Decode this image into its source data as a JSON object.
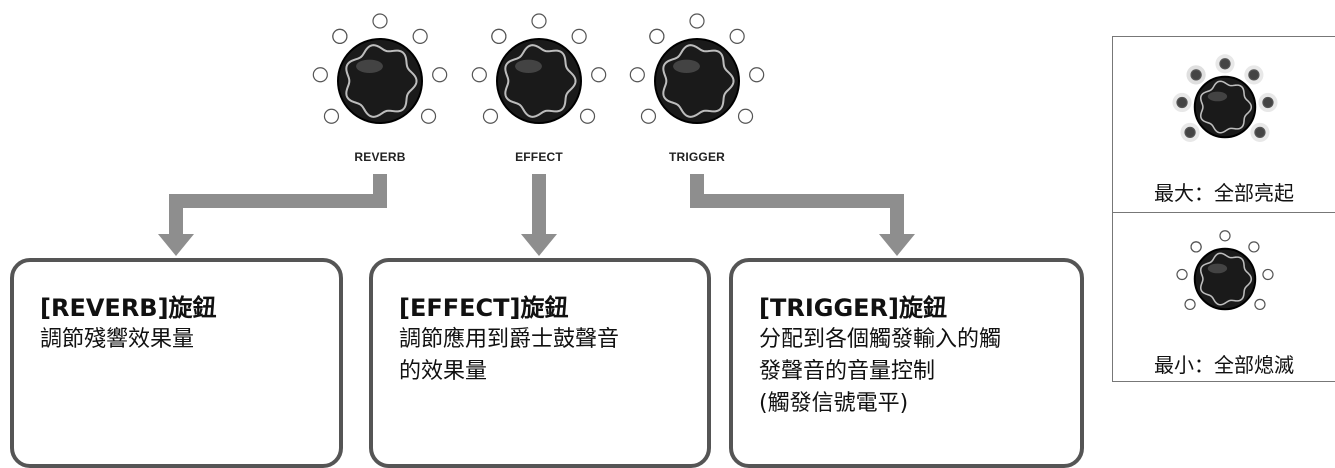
{
  "knobs": [
    {
      "id": "reverb",
      "label": "REVERB"
    },
    {
      "id": "effect",
      "label": "EFFECT"
    },
    {
      "id": "trigger",
      "label": "TRIGGER"
    }
  ],
  "boxes": [
    {
      "id": "reverb",
      "title": "[REVERB]旋鈕",
      "desc": "調節殘響效果量"
    },
    {
      "id": "effect",
      "title": "[EFFECT]旋鈕",
      "desc": "調節應用到爵士鼓聲音\n的效果量"
    },
    {
      "id": "trigger",
      "title": "[TRIGGER]旋鈕",
      "desc": "分配到各個觸發輸入的觸\n發聲音的音量控制\n(觸發信號電平)"
    }
  ],
  "side_panel": {
    "max_caption": "最大：全部亮起",
    "min_caption": "最小：全部熄滅"
  },
  "colors": {
    "arrow": "#8e8e8e",
    "box_border": "#555555",
    "knob_body": "#1a1a1a",
    "led_off": "#ffffff",
    "led_on": "#444444"
  }
}
